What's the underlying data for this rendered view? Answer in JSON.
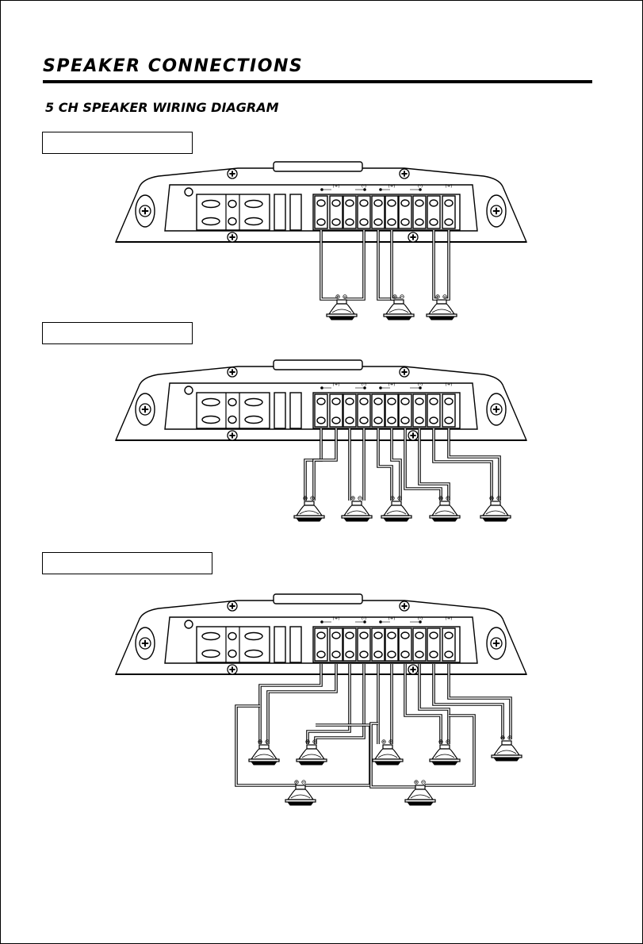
{
  "page": {
    "title": "SPEAKER CONNECTIONS",
    "subtitle": "5 CH SPEAKER WIRING DIAGRAM"
  },
  "terminal_labels": [
    "(+)",
    "(-)",
    "(+)",
    "(-)",
    "(+)"
  ],
  "speaker_terminal_symbols": {
    "positive": "⊕",
    "negative": "⊖"
  },
  "diagrams": [
    {
      "label": "",
      "speaker_count": 3
    },
    {
      "label": "",
      "speaker_count": 5
    },
    {
      "label": "",
      "speaker_count": 7
    }
  ]
}
